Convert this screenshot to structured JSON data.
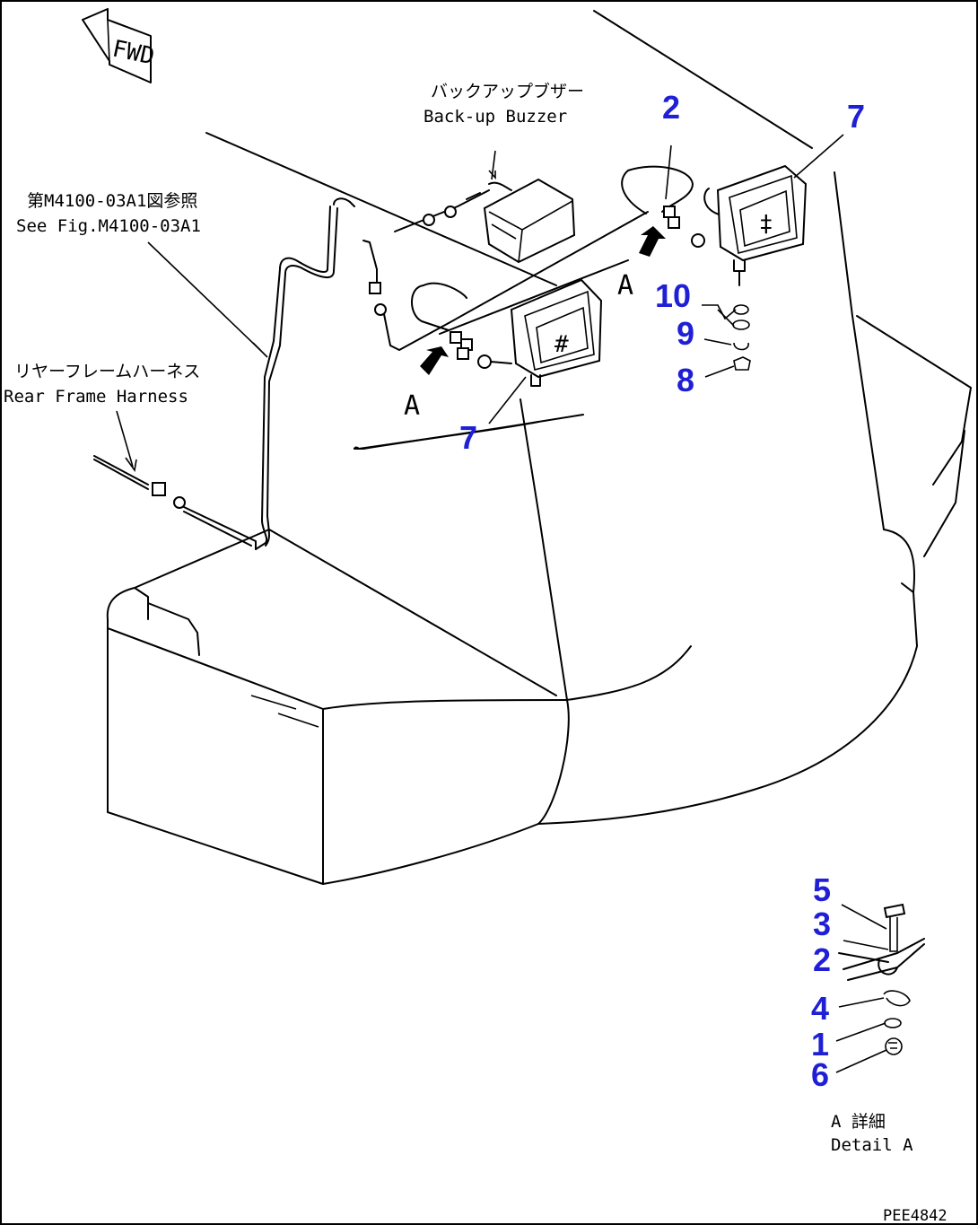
{
  "fwd": "FWD",
  "labels": {
    "backup_buzzer_jp": "バックアップブザー",
    "backup_buzzer_en": "Back-up Buzzer",
    "see_fig_jp": "第M4100-03A1図参照",
    "see_fig_en": "See Fig.M4100-03A1",
    "rear_frame_jp": "リヤーフレームハーネス",
    "rear_frame_en": "Rear Frame Harness",
    "view_a_left": "A",
    "view_a_right": "A",
    "detail_jp": "A 詳細",
    "detail_en": "Detail A",
    "drawing_id": "PEE4842"
  },
  "callouts": {
    "c2_top": "2",
    "c7_top": "7",
    "c10": "10",
    "c9": "9",
    "c8": "8",
    "c7_bottom": "7",
    "d5": "5",
    "d3": "3",
    "d2": "2",
    "d4": "4",
    "d1": "1",
    "d6": "6"
  },
  "colors": {
    "callout": "#1f1fd6",
    "line": "#000000"
  }
}
